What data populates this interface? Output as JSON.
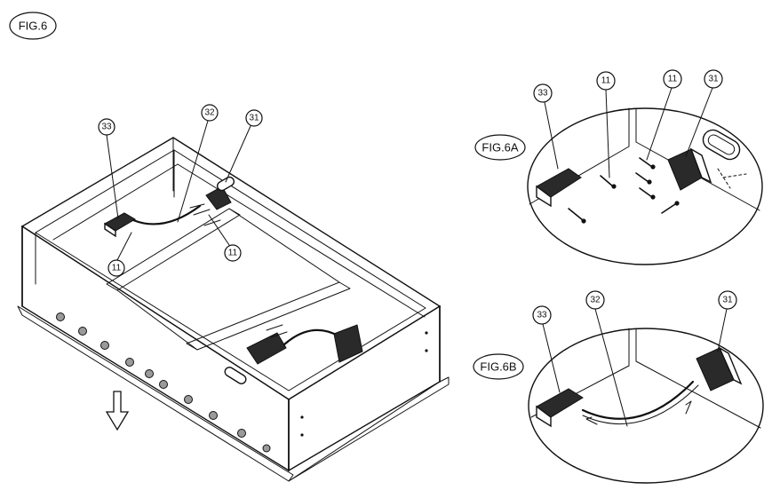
{
  "figure": {
    "main_label": "FIG.6",
    "detail_a_label": "FIG.6A",
    "detail_b_label": "FIG.6B"
  },
  "callouts_main": {
    "c33": "33",
    "c32": "32",
    "c31": "31",
    "c11_left": "11",
    "c11_right": "11"
  },
  "callouts_a": {
    "c33": "33",
    "c11_a": "11",
    "c11_b": "11",
    "c31": "31"
  },
  "callouts_b": {
    "c33": "33",
    "c32": "32",
    "c31": "31"
  },
  "icons": {
    "direction": "down-arrow-icon"
  }
}
